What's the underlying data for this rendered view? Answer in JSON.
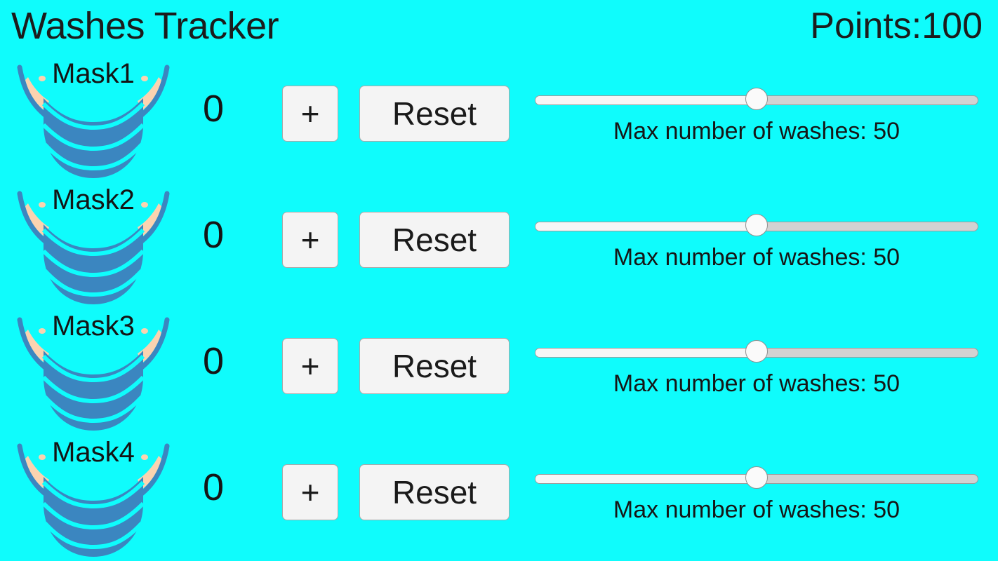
{
  "header": {
    "title": "Washes Tracker",
    "points_label": "Points:100"
  },
  "colors": {
    "background": "#0ffcfc",
    "mask_body": "#3b86c0",
    "mask_strap": "#3b86c0",
    "mask_ear": "#fbd3b0",
    "text": "#1c1c1c",
    "button_face": "#f4f4f4",
    "button_border": "#a9a9a9",
    "track_empty": "#d2d2d2",
    "track_fill": "#f6f6f6",
    "thumb": "#fafafa"
  },
  "controls": {
    "increment_label": "+",
    "reset_label": "Reset",
    "slider_min": 0,
    "slider_max": 100,
    "slider_percent": 50
  },
  "rows": [
    {
      "mask_label": "Mask1",
      "count": "0",
      "increment_label": "+",
      "reset_label": "Reset",
      "max_washes_caption": "Max number of washes: 50",
      "max_washes_value": 50,
      "slider_percent": 50
    },
    {
      "mask_label": "Mask2",
      "count": "0",
      "increment_label": "+",
      "reset_label": "Reset",
      "max_washes_caption": "Max number of washes: 50",
      "max_washes_value": 50,
      "slider_percent": 50
    },
    {
      "mask_label": "Mask3",
      "count": "0",
      "increment_label": "+",
      "reset_label": "Reset",
      "max_washes_caption": "Max number of washes: 50",
      "max_washes_value": 50,
      "slider_percent": 50
    },
    {
      "mask_label": "Mask4",
      "count": "0",
      "increment_label": "+",
      "reset_label": "Reset",
      "max_washes_caption": "Max number of washes: 50",
      "max_washes_value": 50,
      "slider_percent": 50
    }
  ]
}
